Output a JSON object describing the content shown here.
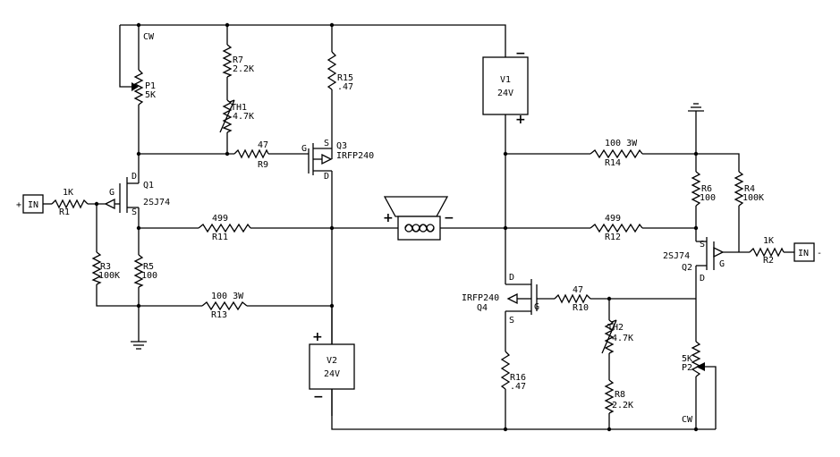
{
  "components": {
    "p1": {
      "ref": "P1",
      "value": "5K",
      "end": "CW"
    },
    "p2": {
      "ref": "P2",
      "value": "5K",
      "end": "CW"
    },
    "r1": {
      "ref": "R1",
      "value": "1K"
    },
    "r2": {
      "ref": "R2",
      "value": "1K"
    },
    "r3": {
      "ref": "R3",
      "value": "100K"
    },
    "r4": {
      "ref": "R4",
      "value": "100K"
    },
    "r5": {
      "ref": "R5",
      "value": "100"
    },
    "r6": {
      "ref": "R6",
      "value": "100"
    },
    "r7": {
      "ref": "R7",
      "value": "2.2K"
    },
    "r8": {
      "ref": "R8",
      "value": "2.2K"
    },
    "r9": {
      "ref": "R9",
      "value": "47"
    },
    "r10": {
      "ref": "R10",
      "value": "47"
    },
    "r11": {
      "ref": "R11",
      "value": "499"
    },
    "r12": {
      "ref": "R12",
      "value": "499"
    },
    "r13": {
      "ref": "R13",
      "value": "100 3W"
    },
    "r14": {
      "ref": "R14",
      "value": "100 3W"
    },
    "r15": {
      "ref": "R15",
      "value": ".47"
    },
    "r16": {
      "ref": "R16",
      "value": ".47"
    },
    "th1": {
      "ref": "TH1",
      "value": "4.7K"
    },
    "th2": {
      "ref": "TH2",
      "value": "4.7K"
    },
    "q1": {
      "ref": "Q1",
      "part": "2SJ74",
      "g": "G",
      "d": "D",
      "s": "S"
    },
    "q2": {
      "ref": "Q2",
      "part": "2SJ74",
      "g": "G",
      "d": "D",
      "s": "S"
    },
    "q3": {
      "ref": "Q3",
      "part": "IRFP240",
      "g": "G",
      "d": "D",
      "s": "S"
    },
    "q4": {
      "ref": "Q4",
      "part": "IRFP240",
      "g": "G",
      "d": "D",
      "s": "S"
    },
    "v1": {
      "ref": "V1",
      "value": "24V",
      "minus": "−",
      "plus": "+"
    },
    "v2": {
      "ref": "V2",
      "value": "24V",
      "minus": "−",
      "plus": "+"
    },
    "in_left": {
      "label": "IN",
      "polarity": "+"
    },
    "in_right": {
      "label": "IN",
      "polarity": "-"
    },
    "speaker": {
      "plus": "+",
      "minus": "−"
    }
  }
}
